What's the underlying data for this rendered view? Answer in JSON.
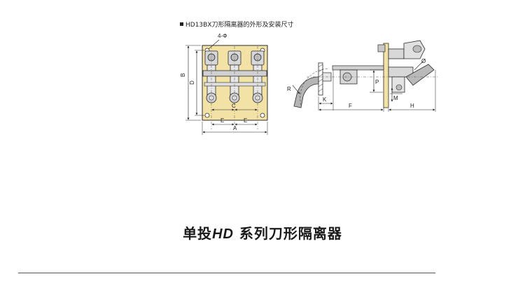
{
  "figure_caption": "HD13BX刀形隔离器的外形及安装尺寸",
  "front_view": {
    "hole_note": "4-Φ",
    "labels": {
      "A": "A",
      "B": "B",
      "C": "C",
      "D": "D",
      "E_left": "E",
      "E_right": "E"
    }
  },
  "side_view": {
    "labels": {
      "R": "R",
      "K": "K",
      "F": "F",
      "P": "P",
      "M": "M",
      "H": "H",
      "O": "Ø"
    }
  },
  "headline": {
    "prefix": "单投",
    "model": "HD",
    "suffix": " 系列刀形隔离器"
  },
  "colors": {
    "plate": "#f3e2a6",
    "line": "#2b2b2b",
    "metal": "#9a9a9a"
  }
}
